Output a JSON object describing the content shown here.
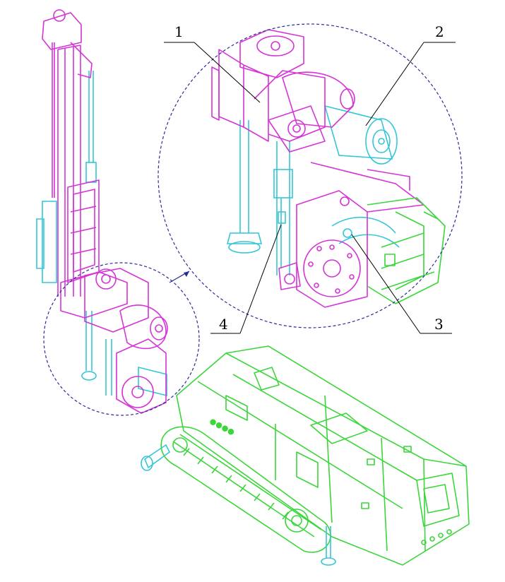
{
  "colors": {
    "mast": "#d633d6",
    "hydraulics": "#33c6d6",
    "carrier": "#3ad63a",
    "detail_circle": "#2a2a9a",
    "leader": "#000000",
    "background": "#ffffff"
  },
  "callouts": [
    {
      "id": "1",
      "label": "1"
    },
    {
      "id": "2",
      "label": "2"
    },
    {
      "id": "3",
      "label": "3"
    },
    {
      "id": "4",
      "label": "4"
    }
  ],
  "carrier_badge": {
    "text": "●●●●"
  }
}
